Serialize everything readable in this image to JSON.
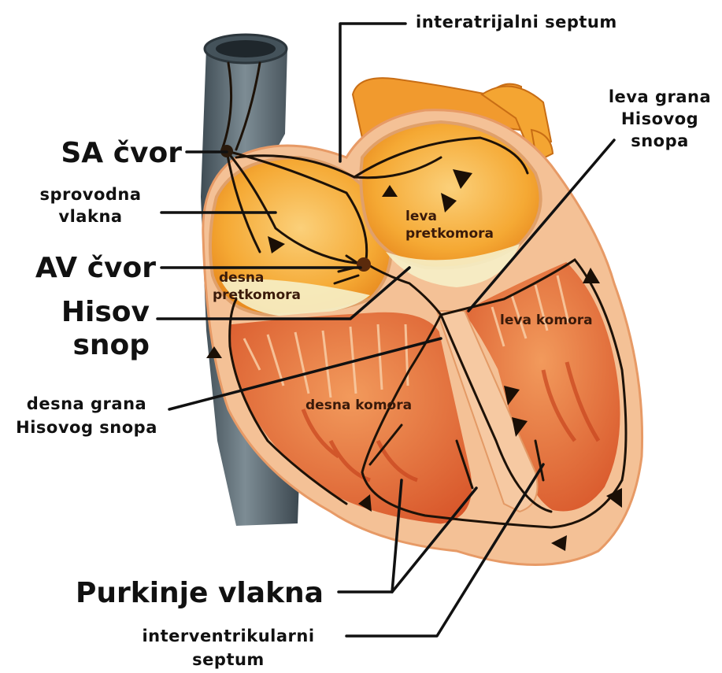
{
  "labels": {
    "interatrial_septum": "interatrijalni septum",
    "left_branch_line1": "leva grana",
    "left_branch_line2": "Hisovog",
    "left_branch_line3": "snopa",
    "sa_node": "SA čvor",
    "conductive_fibers_line1": "sprovodna",
    "conductive_fibers_line2": "vlakna",
    "av_node": "AV čvor",
    "his_bundle_line1": "Hisov",
    "his_bundle_line2": "snop",
    "right_branch_line1": "desna grana",
    "right_branch_line2": "Hisovog snopa",
    "purkinje_fibers": "Purkinje vlakna",
    "interventricular_septum_line1": "interventrikularni",
    "interventricular_septum_line2": "septum"
  },
  "chambers": {
    "left_atrium_line1": "leva",
    "left_atrium_line2": "pretkomora",
    "right_atrium_line1": "desna",
    "right_atrium_line2": "pretkomora",
    "left_ventricle": "leva komora",
    "right_ventricle": "desna komora"
  },
  "colors": {
    "vein": "#5c6b73",
    "heart_wall": "#f3bd8e",
    "atrium": "#f4a833",
    "muscle": "#e36f3a",
    "valve": "#f6f0c8"
  }
}
